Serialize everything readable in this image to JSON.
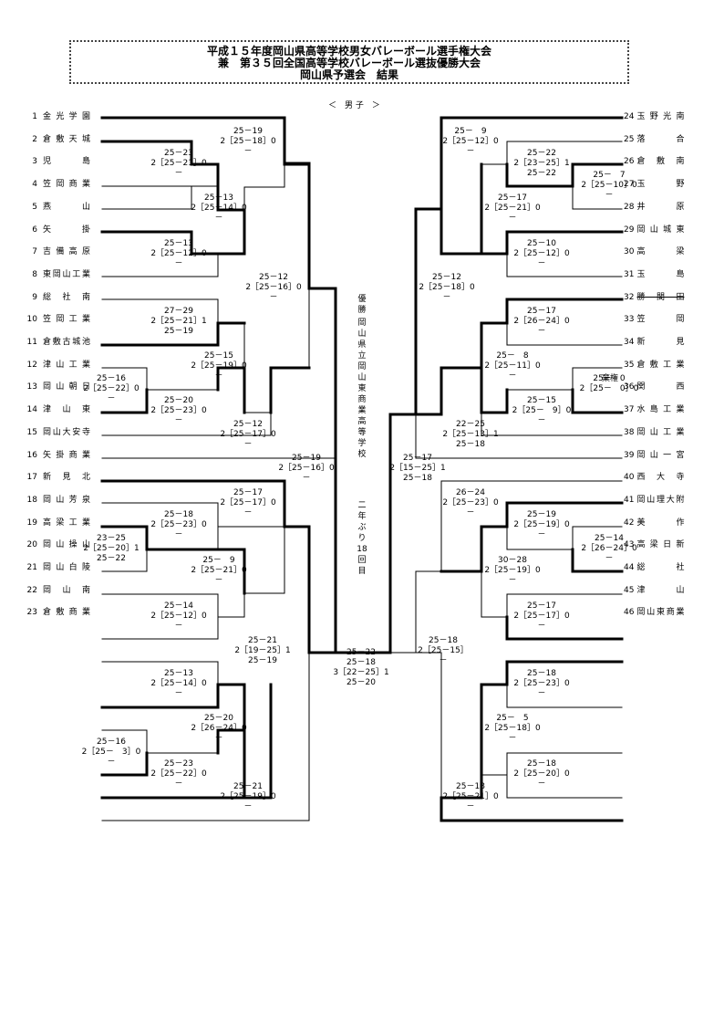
{
  "title": {
    "line1": "平成１５年度岡山県高等学校男女バレーボール選手権大会",
    "line2": "兼　第３５回全国高等学校バレーボール選抜優勝大会",
    "line3": "岡山県予選会　結果"
  },
  "section_label": "＜　男 子　＞",
  "champion": {
    "label": "優勝",
    "team": "岡山県立岡山東商業高等学校",
    "note": "二年ぶり18回目"
  },
  "left_teams": [
    {
      "no": "1",
      "name": "金光学園"
    },
    {
      "no": "2",
      "name": "倉敷天城"
    },
    {
      "no": "3",
      "name": "児島"
    },
    {
      "no": "4",
      "name": "笠岡商業"
    },
    {
      "no": "5",
      "name": "燕山"
    },
    {
      "no": "6",
      "name": "矢掛"
    },
    {
      "no": "7",
      "name": "吉備高原"
    },
    {
      "no": "8",
      "name": "東岡山工業"
    },
    {
      "no": "9",
      "name": "総社南"
    },
    {
      "no": "10",
      "name": "笠岡工業"
    },
    {
      "no": "11",
      "name": "倉敷古城池"
    },
    {
      "no": "12",
      "name": "津山工業"
    },
    {
      "no": "13",
      "name": "岡山朝日"
    },
    {
      "no": "14",
      "name": "津山東"
    },
    {
      "no": "15",
      "name": "岡山大安寺"
    },
    {
      "no": "16",
      "name": "矢掛商業"
    },
    {
      "no": "17",
      "name": "新見北"
    },
    {
      "no": "18",
      "name": "岡山芳泉"
    },
    {
      "no": "19",
      "name": "高梁工業"
    },
    {
      "no": "20",
      "name": "岡山操山"
    },
    {
      "no": "21",
      "name": "岡山白陵"
    },
    {
      "no": "22",
      "name": "岡山南"
    },
    {
      "no": "23",
      "name": "倉敷商業"
    }
  ],
  "right_teams": [
    {
      "no": "24",
      "name": "玉野光南"
    },
    {
      "no": "25",
      "name": "落合"
    },
    {
      "no": "26",
      "name": "倉敷南"
    },
    {
      "no": "27",
      "name": "玉野"
    },
    {
      "no": "28",
      "name": "井原"
    },
    {
      "no": "29",
      "name": "岡山城東"
    },
    {
      "no": "30",
      "name": "高梁"
    },
    {
      "no": "31",
      "name": "玉島"
    },
    {
      "no": "32",
      "name": "勝間田"
    },
    {
      "no": "33",
      "name": "笠岡"
    },
    {
      "no": "34",
      "name": "新見"
    },
    {
      "no": "35",
      "name": "倉敷工業"
    },
    {
      "no": "36",
      "name": "関西"
    },
    {
      "no": "37",
      "name": "水島工業"
    },
    {
      "no": "38",
      "name": "岡山工業"
    },
    {
      "no": "39",
      "name": "岡山一宮"
    },
    {
      "no": "40",
      "name": "西大寺"
    },
    {
      "no": "41",
      "name": "岡山理大附"
    },
    {
      "no": "42",
      "name": "美作"
    },
    {
      "no": "43",
      "name": "高梁日新"
    },
    {
      "no": "44",
      "name": "総社"
    },
    {
      "no": "45",
      "name": "津山"
    },
    {
      "no": "46",
      "name": "岡山東商業"
    }
  ],
  "forfeit_label": "棄権",
  "scores": [
    {
      "lines": [
        "25－19",
        "2［25－18］0",
        "－"
      ]
    },
    {
      "lines": [
        "25－23",
        "2［25－21］0",
        "－"
      ]
    },
    {
      "lines": [
        "25－13",
        "2［25－14］0",
        "－"
      ]
    },
    {
      "lines": [
        "25－13",
        "2［25－12］0",
        "－"
      ]
    },
    {
      "lines": [
        "25－12",
        "2［25－16］0",
        "－"
      ]
    },
    {
      "lines": [
        "27－29",
        "2［25－21］1",
        "25－19"
      ]
    },
    {
      "lines": [
        "25－15",
        "2［25－19］0",
        "－"
      ]
    },
    {
      "lines": [
        "25－16",
        "2［25－22］0",
        "－"
      ]
    },
    {
      "lines": [
        "25－20",
        "2［25－23］0",
        "－"
      ]
    },
    {
      "lines": [
        "25－12",
        "2［25－17］0",
        "－"
      ]
    },
    {
      "lines": [
        "25－19",
        "2［25－16］0",
        "－"
      ]
    },
    {
      "lines": [
        "25－17",
        "2［25－17］0",
        "－"
      ]
    },
    {
      "lines": [
        "25－18",
        "2［25－23］0",
        "－"
      ]
    },
    {
      "lines": [
        "23－25",
        "2［25－20］1",
        "25－22"
      ]
    },
    {
      "lines": [
        "25－　9",
        "2［25－21］0",
        "－"
      ]
    },
    {
      "lines": [
        "25－14",
        "2［25－12］0",
        "－"
      ]
    },
    {
      "lines": [
        "25－21",
        "2［19－25］1",
        "25－19"
      ]
    },
    {
      "lines": [
        "25－13",
        "2［25－14］0",
        "－"
      ]
    },
    {
      "lines": [
        "25－20",
        "2［26－24］0",
        "－"
      ]
    },
    {
      "lines": [
        "25－16",
        "2［25－　3］0",
        "－"
      ]
    },
    {
      "lines": [
        "25－23",
        "2［25－22］0",
        "－"
      ]
    },
    {
      "lines": [
        "25－21",
        "2［25－19］0",
        "－"
      ]
    },
    {
      "lines": [
        "25－22",
        "25－18",
        "3［22－25］1",
        "25－20"
      ]
    },
    {
      "lines": [
        "25－　9",
        "2［25－12］0",
        "－"
      ]
    },
    {
      "lines": [
        "25－22",
        "2［23－25］1",
        "25－22"
      ]
    },
    {
      "lines": [
        "25－　7",
        "2［25－10］0",
        "－"
      ]
    },
    {
      "lines": [
        "25－17",
        "2［25－21］0",
        "－"
      ]
    },
    {
      "lines": [
        "25－10",
        "2［25－12］0",
        "－"
      ]
    },
    {
      "lines": [
        "25－12",
        "2［25－18］0",
        "－"
      ]
    },
    {
      "lines": [
        "25－17",
        "2［26－24］0",
        "－"
      ]
    },
    {
      "lines": [
        "25－　8",
        "2［25－11］0",
        "－"
      ]
    },
    {
      "lines": [
        "25－　0",
        "2［25－　0］0"
      ]
    },
    {
      "lines": [
        "25－15",
        "2［25－　9］0",
        "－"
      ]
    },
    {
      "lines": [
        "22－25",
        "2［25－13］1",
        "25－18"
      ]
    },
    {
      "lines": [
        "25－17",
        "2［15－25］1",
        "25－18"
      ]
    },
    {
      "lines": [
        "26－24",
        "2［25－23］0",
        "－"
      ]
    },
    {
      "lines": [
        "25－19",
        "2［25－19］0",
        "－"
      ]
    },
    {
      "lines": [
        "25－14",
        "2［26－24］0",
        "－"
      ]
    },
    {
      "lines": [
        "30－28",
        "2［25－19］0",
        "－"
      ]
    },
    {
      "lines": [
        "25－17",
        "2［25－17］0",
        "－"
      ]
    },
    {
      "lines": [
        "25－18",
        "2［25－15］",
        "－"
      ]
    },
    {
      "lines": [
        "25－18",
        "2［25－23］0",
        "－"
      ]
    },
    {
      "lines": [
        "25－　5",
        "2［25－18］0",
        "－"
      ]
    },
    {
      "lines": [
        "25－18",
        "2［25－20］0",
        "－"
      ]
    },
    {
      "lines": [
        "25－18",
        "2［25－21］0",
        "－"
      ]
    }
  ]
}
